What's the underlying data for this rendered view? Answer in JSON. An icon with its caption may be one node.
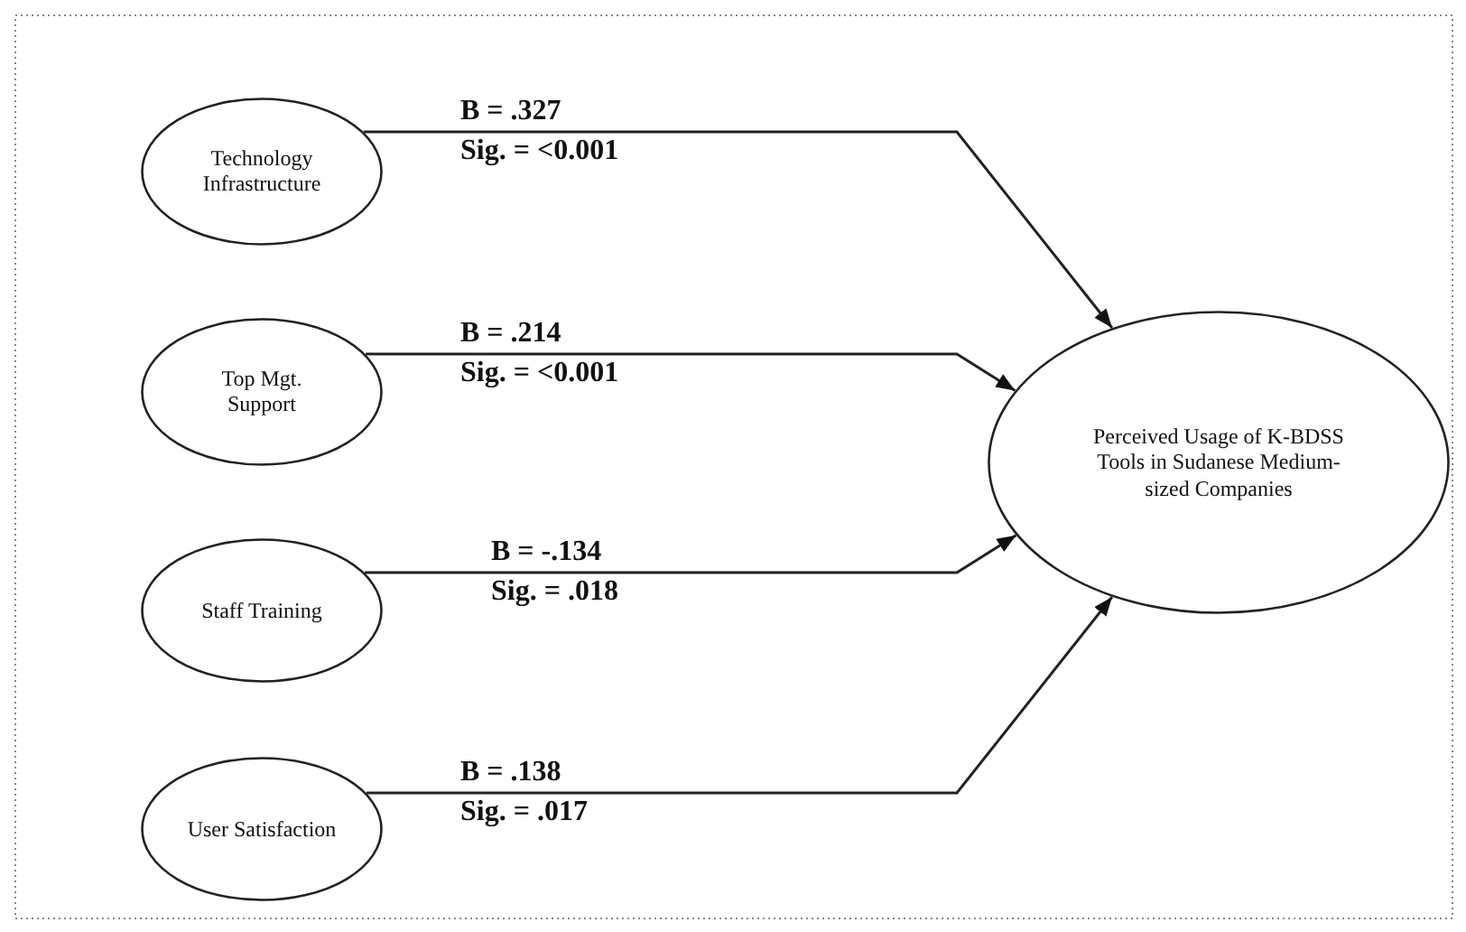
{
  "diagram": {
    "nodes": [
      {
        "text": [
          "Technology Infrastructure"
        ]
      },
      {
        "text": [
          "Top Mgt. Support"
        ]
      },
      {
        "text": [
          "Staff Training"
        ]
      },
      {
        "text": [
          "User Satisfaction"
        ]
      },
      {
        "text": [
          "Perceived Usage of K-BDSS Tools in Sudanese Medium-sized Companies"
        ]
      }
    ],
    "edges": [
      {
        "from": 0,
        "to": 4,
        "arrow": "to",
        "label": "B = .327 Sig. = <0.001"
      },
      {
        "from": 1,
        "to": 4,
        "arrow": "to",
        "label": "B = .214 Sig. = <0.001"
      },
      {
        "from": 2,
        "to": 4,
        "arrow": "to",
        "label": "B = -.134 Sig. = .018"
      },
      {
        "from": 3,
        "to": 4,
        "arrow": "to",
        "label": "B = .138 Sig. = .017"
      }
    ]
  }
}
